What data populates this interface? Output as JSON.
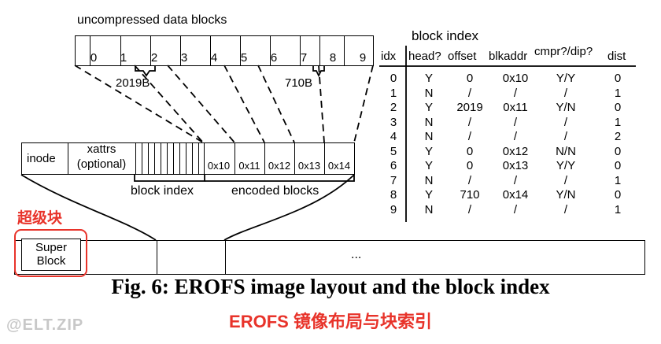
{
  "uncompressed": {
    "title": "uncompressed data blocks",
    "blocks": [
      "0",
      "1",
      "2",
      "3",
      "4",
      "5",
      "6",
      "7",
      "8",
      "9"
    ],
    "brace_left": "2019B",
    "brace_right": "710B"
  },
  "image_row": {
    "inode": "inode",
    "xattrs": "xattrs",
    "xattrs_sub": "(optional)",
    "encoded": [
      "0x10",
      "0x11",
      "0x12",
      "0x13",
      "0x14"
    ],
    "label_block_index": "block index",
    "label_encoded_blocks": "encoded blocks"
  },
  "disk": {
    "super_block_line1": "Super",
    "super_block_line2": "Block",
    "ellipsis": "...",
    "super_block_annotation": "超级块",
    "annotation_color": "#e8332a"
  },
  "block_index_table": {
    "title": "block index",
    "headers": [
      "idx",
      "head?",
      "offset",
      "blkaddr",
      "cmpr?/dip?",
      "dist"
    ],
    "rows": [
      [
        "0",
        "Y",
        "0",
        "0x10",
        "Y/Y",
        "0"
      ],
      [
        "1",
        "N",
        "/",
        "/",
        "/",
        "1"
      ],
      [
        "2",
        "Y",
        "2019",
        "0x11",
        "Y/N",
        "0"
      ],
      [
        "3",
        "N",
        "/",
        "/",
        "/",
        "1"
      ],
      [
        "4",
        "N",
        "/",
        "/",
        "/",
        "2"
      ],
      [
        "5",
        "Y",
        "0",
        "0x12",
        "N/N",
        "0"
      ],
      [
        "6",
        "Y",
        "0",
        "0x13",
        "Y/Y",
        "0"
      ],
      [
        "7",
        "N",
        "/",
        "/",
        "/",
        "1"
      ],
      [
        "8",
        "Y",
        "710",
        "0x14",
        "Y/N",
        "0"
      ],
      [
        "9",
        "N",
        "/",
        "/",
        "/",
        "1"
      ]
    ]
  },
  "caption": "Fig. 6: EROFS image layout and the block index",
  "caption_cn": "EROFS 镜像布局与块索引",
  "caption_cn_color": "#e8332a",
  "watermark": "@ELT.ZIP"
}
